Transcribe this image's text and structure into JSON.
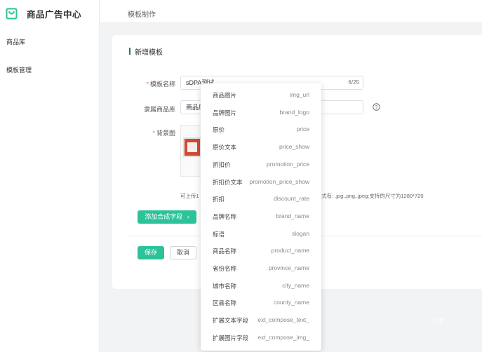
{
  "app": {
    "title": "商品广告中心",
    "brand_color": "#2cc29a"
  },
  "sidebar": {
    "items": [
      {
        "label": "商品库"
      },
      {
        "label": "模板管理"
      }
    ]
  },
  "header": {
    "title": "模板制作"
  },
  "form": {
    "section_title": "新增模板",
    "template_name": {
      "label": "模板名称",
      "required": "*",
      "value": "sDPA测试",
      "counter": "6/25"
    },
    "product_library": {
      "label": "隶属商品库",
      "value": "商品库"
    },
    "background": {
      "label": "背景图",
      "required": "*"
    },
    "upload_hint_left": "可上传1",
    "upload_hint_right": "式有: .jpg,.png,.jpeg;支持的尺寸为1280*720",
    "add_field_button": "添加合成字段",
    "save_button": "保存",
    "cancel_button": "取消"
  },
  "dropdown": {
    "items": [
      {
        "label": "商品图片",
        "value": "img_url"
      },
      {
        "label": "品牌图片",
        "value": "brand_logo"
      },
      {
        "label": "原价",
        "value": "price"
      },
      {
        "label": "原价文本",
        "value": "price_show"
      },
      {
        "label": "折扣价",
        "value": "promotion_price"
      },
      {
        "label": "折扣价文本",
        "value": "promotion_price_show"
      },
      {
        "label": "折扣",
        "value": "discount_rate"
      },
      {
        "label": "品牌名称",
        "value": "brand_name"
      },
      {
        "label": "标语",
        "value": "slogan"
      },
      {
        "label": "商品名称",
        "value": "product_name"
      },
      {
        "label": "省份名称",
        "value": "province_name"
      },
      {
        "label": "城市名称",
        "value": "city_name"
      },
      {
        "label": "区县名称",
        "value": "county_name"
      },
      {
        "label": "扩展文本字段",
        "value": "ext_compose_text_"
      },
      {
        "label": "扩展图片字段",
        "value": "ext_compose_img_"
      }
    ]
  },
  "watermark": {
    "line1": "百度",
    "line2": ""
  }
}
